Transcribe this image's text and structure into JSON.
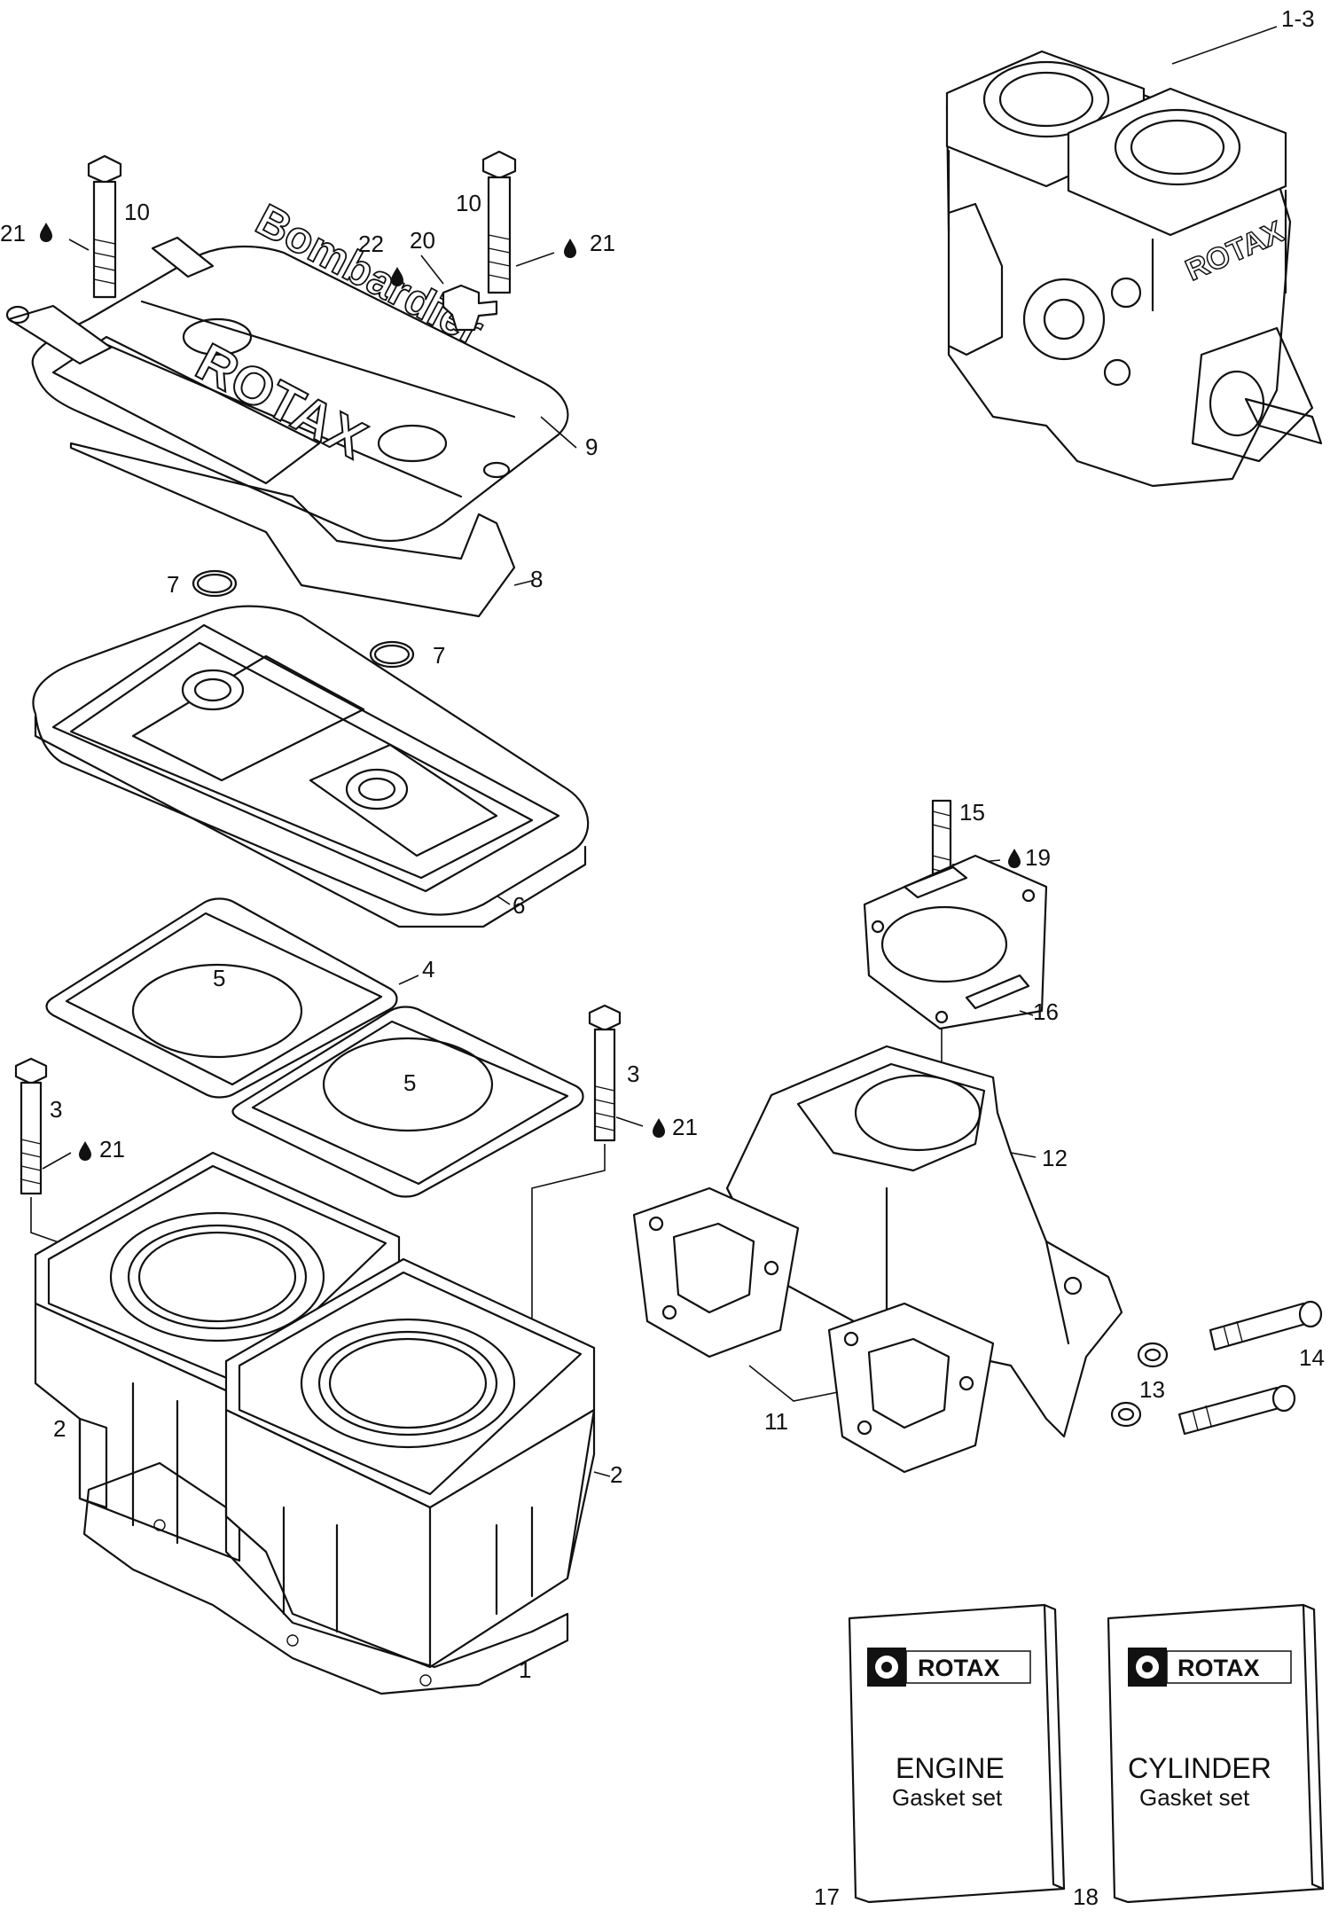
{
  "callouts": {
    "c1_3": "1-3",
    "c10a": "10",
    "c21a": "21",
    "c10b": "10",
    "c21b": "21",
    "c22": "22",
    "c20": "20",
    "c9": "9",
    "c7a": "7",
    "c8": "8",
    "c7b": "7",
    "c6": "6",
    "c5a": "5",
    "c4": "4",
    "c5b": "5",
    "c3a": "3",
    "c21c": "21",
    "c3b": "3",
    "c21d": "21",
    "c2a": "2",
    "c2b": "2",
    "c1": "1",
    "c15": "15",
    "c19": "19",
    "c16": "16",
    "c12": "12",
    "c11": "11",
    "c13": "13",
    "c14": "14",
    "c17": "17",
    "c18": "18"
  },
  "cover_text": {
    "cylinder_head_top": "Bombardier",
    "cylinder_head_bottom": "ROTAX",
    "engine_block": "ROTAX"
  },
  "books": {
    "engine": {
      "brand": "ROTAX",
      "title": "ENGINE",
      "subtitle": "Gasket set"
    },
    "cylinder": {
      "brand": "ROTAX",
      "title": "CYLINDER",
      "subtitle": "Gasket set"
    }
  },
  "icons": [
    "drop-icon",
    "bolt-icon",
    "gasket-icon",
    "rotax-logo-icon"
  ]
}
